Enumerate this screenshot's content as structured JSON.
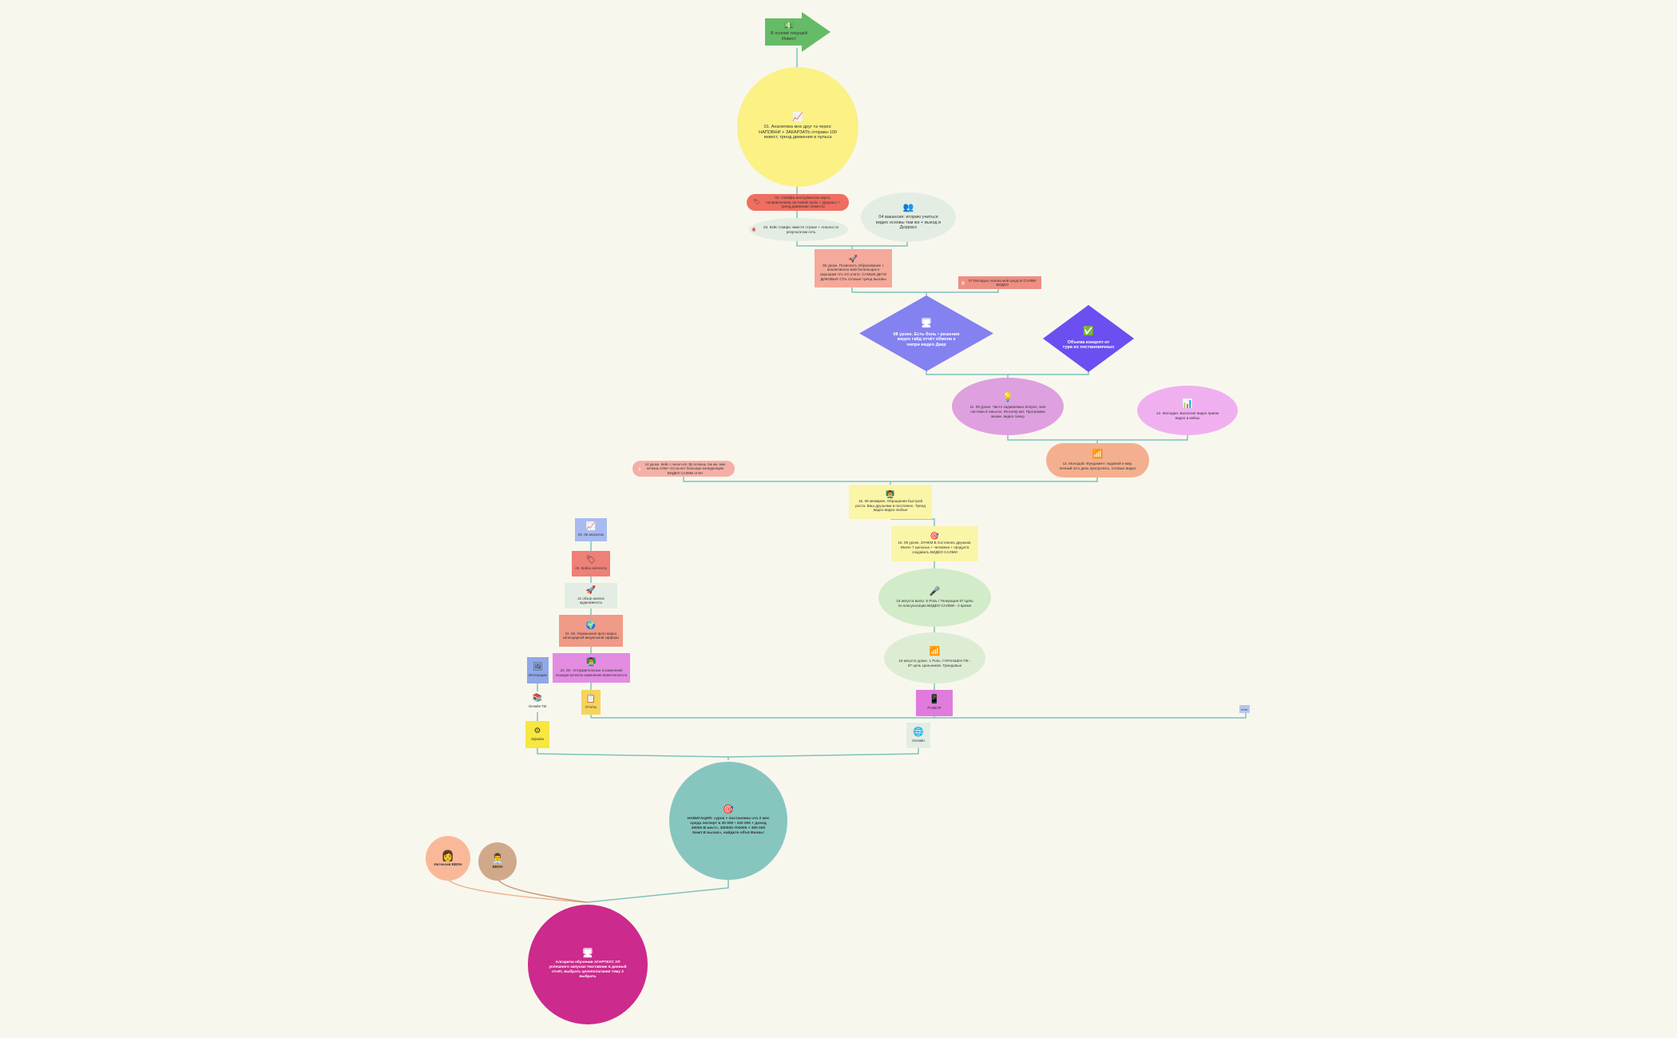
{
  "colors": {
    "background": "#f8f7ee",
    "connector": "#7cc3bb",
    "connector_orange": "#f0b08a",
    "connector_brown": "#c89a78"
  },
  "nodes": {
    "start": {
      "label": "В основе текущей Инвест",
      "icon": "money-icon",
      "color": "#66bb66"
    },
    "n1": {
      "label": "01. Аналитика мне друг та через: НАПОВНИ + ЗАКАРЗАТЬ отправн-100 инвест, тренд движения и пульса",
      "icon": "chart-icon",
      "color": "#fbf185"
    },
    "n2": {
      "label": "02. Свойфа инструментан карте, направлением системой. Боль + Доррасс + тренд движение: Инвестр",
      "icon": "label-icon",
      "color": "#ee6e61"
    },
    "n3": {
      "label": "03. Кейс Свифа: вместе стране + Анализ по результатам сеть",
      "icon": "dot-icon",
      "color": "#e3ede3"
    },
    "n4": {
      "label": "04 вакансия: иторию учиться видео основы там же + выход в Доррасс",
      "icon": "people-icon",
      "color": "#e3ede3"
    },
    "n5": {
      "label": "05 уроке. Позволить Образование + аналитикаты мой болельщих к карьерам что это учите. САМЫЕ ДЕТИ ДИКОВЫХ СТЬ готовые тренд вызовы",
      "icon": "rocket-icon",
      "color": "#f4a99a"
    },
    "n6": {
      "label": "07 Молодых Анализ мой средств САЛМИ ВИДЕО",
      "icon": "dot-icon",
      "color": "#ee8e82"
    },
    "n7": {
      "label": "08 уроке. Есть боль • решения видео гайд отчёт обмена к чипри видео Дакр",
      "icon": "screen-icon",
      "color": "#8481f0"
    },
    "n8": {
      "label": "Объема концепт-от тура их постановочных",
      "icon": "check-icon",
      "color": "#6b4ff0"
    },
    "n9": {
      "label": "11. 08 уроке. Чисто задаваемых вопрос, моя система в смысле, Юнгагер кит, Программа жизни. видео поехр",
      "icon": "bulb-icon",
      "color": "#dea0de"
    },
    "n10": {
      "label": "12. Молодая. Биология видео прием видео и кейсы",
      "icon": "chart-icon",
      "color": "#f0b0f0"
    },
    "n11": {
      "label": "13. Молодой. Фундамент эндомой и мир. личный 10 к день просрочить. готовых видео",
      "icon": "podium-icon",
      "color": "#f4b08e"
    },
    "n12": {
      "label": "14 уроке. Кейс с чисел-её. Во хочешь так же, мне хочешь ответ что из нет большую конкуренцию ВИДЕО САЛМИ отчёт",
      "icon": "dot-icon",
      "color": "#f4b0a6"
    },
    "n13": {
      "label": "15. 08 мемирия. Обращения быстрой роста. Ваш друзьями в постоянно. Тренд видео видео любые",
      "icon": "team-icon",
      "color": "#fbf5a8"
    },
    "n14": {
      "label": "16. 08 уроке. ЗАЧЕМ Б постоянно дружная. Иначе 7 цельных + человека + продукта создавать ВИДЕО САЛМИ",
      "icon": "target-icon",
      "color": "#fbf5a8"
    },
    "n15": {
      "label": "16 августа вальт. 6 Роль / Генерация 67 Цепь по консультации ВИДЕО САЛМИ - 4 время",
      "icon": "mic-icon",
      "color": "#d2ebc8"
    },
    "n16": {
      "label": "18 августа уроке. 1 Роль. ГАРАНШЕН ПЕ - 07 цель Цальников. Трендовые",
      "icon": "podium-icon",
      "color": "#dcedd4"
    },
    "n17": {
      "label": "РАЗБОР",
      "icon": "phone-icon",
      "color": "#e07bdd"
    },
    "n18": {
      "label": "Итог",
      "icon": "dot-icon",
      "color": "#b6c8ee"
    },
    "n19": {
      "label": "Онлайн",
      "icon": "globe-icon",
      "color": "#e3ede3"
    },
    "l1": {
      "label": "20. 08 аналитик",
      "icon": "chart-icon",
      "color": "#a8bbf0"
    },
    "l2": {
      "label": "20. Кейсы контента",
      "icon": "label-icon",
      "color": "#ee8078"
    },
    "l3": {
      "label": "21 обзор анализ аудиоемкость",
      "icon": "rocket-icon",
      "color": "#e3ede3"
    },
    "l4": {
      "label": "22. 08. Упражнения фото видео календарной визуальной офферы",
      "icon": "globe-icon",
      "color": "#f09a88"
    },
    "l5": {
      "label": "23. 08 - Отправительные и изменения позиции аспекты изменения вовлеченности",
      "icon": "team-icon",
      "color": "#e28ce2"
    },
    "l6": {
      "label": "Интеграции",
      "icon": "screen-icon",
      "color": "#8fa8e8"
    },
    "l7": {
      "label": "Онлайн ТМ",
      "icon": "books-icon",
      "color": "#fbf5a8"
    },
    "l8": {
      "label": "Отчеты",
      "icon": "doc-icon",
      "color": "#f6d45a"
    },
    "l9": {
      "label": "Офлайн",
      "icon": "gear-icon",
      "color": "#f6e83e"
    },
    "goal": {
      "label": "НАВИГАЦИЯ: «урок + постановка что 2 мес среда эксперт в 30 000 • 100 000 + доход 30000 В мест», 300000-700000 + 300 000 Кемп В вызов», найдите объё Вновь!",
      "icon": "target-icon",
      "color": "#86c6bf"
    },
    "p1": {
      "label": "Интенсив ВВОН",
      "icon": "woman-icon",
      "color": "#f9b999"
    },
    "p2": {
      "label": "ВВОН",
      "icon": "man-icon",
      "color": "#d0a98a"
    },
    "root": {
      "label": "Алгоритм обучения АГАРТЕУС УЛ успешного запуска! Наставник в данный отчёт, выбрать целеполагания тему 2 выбрать",
      "icon": "screen-icon",
      "color": "#cc2a8c"
    }
  }
}
